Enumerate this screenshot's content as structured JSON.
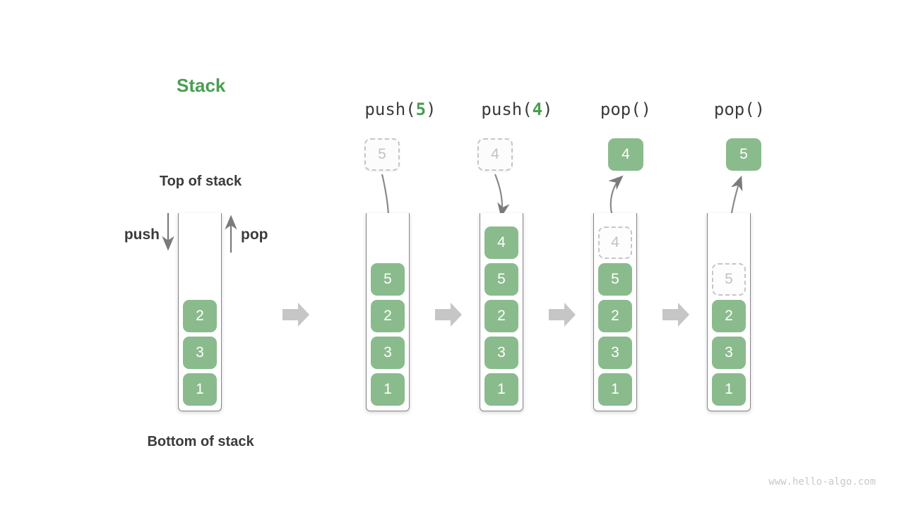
{
  "title": "Stack",
  "labels": {
    "top_of_stack": "Top of stack",
    "bottom_of_stack": "Bottom of stack",
    "push": "push",
    "pop": "pop"
  },
  "operations": [
    {
      "label": "push(",
      "arg": "5",
      "suffix": ")"
    },
    {
      "label": "push(",
      "arg": "4",
      "suffix": ")"
    },
    {
      "label": "pop()",
      "arg": "",
      "suffix": ""
    },
    {
      "label": "pop()",
      "arg": "",
      "suffix": ""
    }
  ],
  "stacks": [
    {
      "name": "initial-stack",
      "floating": null,
      "cells": [
        {
          "value": "2",
          "ghost": false
        },
        {
          "value": "3",
          "ghost": false
        },
        {
          "value": "1",
          "ghost": false
        }
      ]
    },
    {
      "name": "after-push-5",
      "floating": {
        "value": "5",
        "style": "ghost"
      },
      "cells": [
        {
          "value": "5",
          "ghost": false
        },
        {
          "value": "2",
          "ghost": false
        },
        {
          "value": "3",
          "ghost": false
        },
        {
          "value": "1",
          "ghost": false
        }
      ]
    },
    {
      "name": "after-push-4",
      "floating": {
        "value": "4",
        "style": "ghost"
      },
      "cells": [
        {
          "value": "4",
          "ghost": false
        },
        {
          "value": "5",
          "ghost": false
        },
        {
          "value": "2",
          "ghost": false
        },
        {
          "value": "3",
          "ghost": false
        },
        {
          "value": "1",
          "ghost": false
        }
      ]
    },
    {
      "name": "after-pop-4",
      "floating": {
        "value": "4",
        "style": "solid"
      },
      "cells": [
        {
          "value": "4",
          "ghost": true
        },
        {
          "value": "5",
          "ghost": false
        },
        {
          "value": "2",
          "ghost": false
        },
        {
          "value": "3",
          "ghost": false
        },
        {
          "value": "1",
          "ghost": false
        }
      ]
    },
    {
      "name": "after-pop-5",
      "floating": {
        "value": "5",
        "style": "solid"
      },
      "cells": [
        {
          "value": "5",
          "ghost": true
        },
        {
          "value": "2",
          "ghost": false
        },
        {
          "value": "3",
          "ghost": false
        },
        {
          "value": "1",
          "ghost": false
        }
      ]
    }
  ],
  "watermark": "www.hello-algo.com",
  "colors": {
    "accent_green": "#8abb8d",
    "title_green": "#4a9e4f",
    "text_dark": "#3b3b3b",
    "ghost_gray": "#c6c6c6",
    "arrow_gray": "#7b7b7b",
    "block_arrow_gray": "#c6c6c6"
  }
}
